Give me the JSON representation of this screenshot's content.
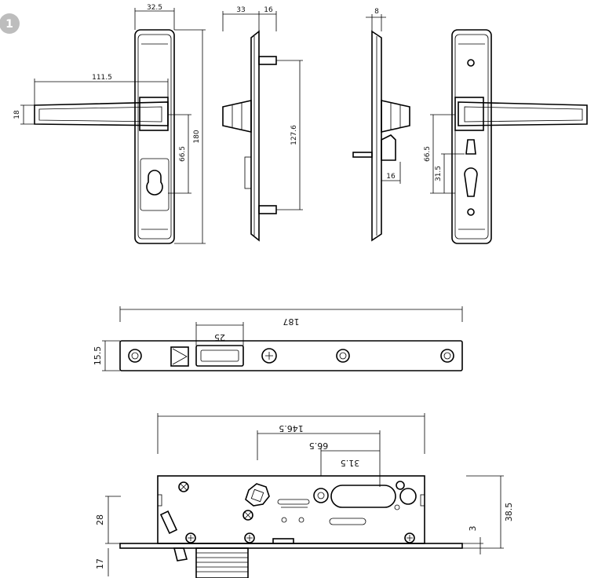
{
  "figure": {
    "badge": "1"
  },
  "dimensions": {
    "front_width": "32.5",
    "front_handle_length": "111.5",
    "front_handle_height": "18",
    "front_spindle_to_key": "66.5",
    "front_total_height": "180",
    "side_depth_a": "33",
    "side_depth_b": "16",
    "side_post_spacing": "127.6",
    "rear_side_thickness": "8",
    "rear_side_thumbturn": "16",
    "back_spindle_to_key": "66.5",
    "back_key_offset": "31.5",
    "faceplate_length": "187",
    "faceplate_slot": "25",
    "faceplate_height": "15.5",
    "lock_case_width": "146.5",
    "lock_backset": "66.5",
    "lock_cylinder_offset": "31.5",
    "lock_latch_height": "28",
    "lock_latch_throw": "17",
    "lock_case_height": "38.5",
    "lock_faceplate_thickness": "3"
  }
}
